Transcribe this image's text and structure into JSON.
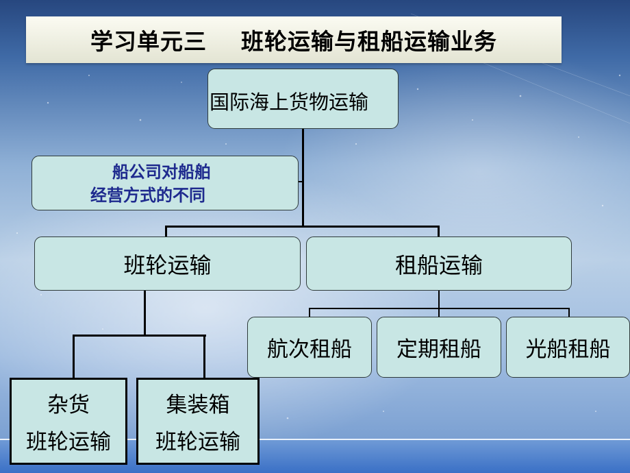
{
  "title": "学习单元三    班轮运输与租船运输业务",
  "root": {
    "label": "国际海上货物运输"
  },
  "note": {
    "lines": [
      "船公司对船舶",
      "经营方式的不同"
    ]
  },
  "branches": {
    "liner": {
      "label": "班轮运输",
      "children": [
        {
          "lines": [
            "杂货",
            "班轮运输"
          ]
        },
        {
          "lines": [
            "集装箱",
            "班轮运输"
          ]
        }
      ]
    },
    "charter": {
      "label": "租船运输",
      "children": [
        {
          "label": "航次租船"
        },
        {
          "label": "定期租船"
        },
        {
          "label": "光船租船"
        }
      ]
    }
  },
  "colors": {
    "node_fill": "#c8e6e4",
    "note_text": "#1e2a8e",
    "title_fill": "#f3f3e6"
  }
}
